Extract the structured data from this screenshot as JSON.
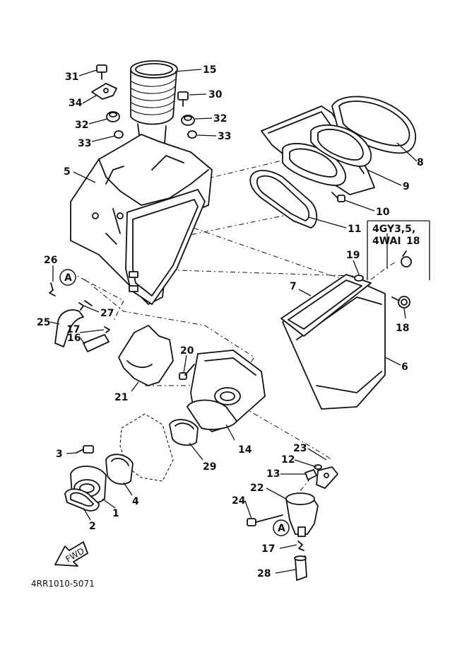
{
  "diagram": {
    "doc_code": "4RR1010-5071",
    "fwd_label": "FWD",
    "model_note_line1": "4GY3,5,",
    "model_note_line2": "4WAI",
    "model_note_part": "18",
    "ref_a_label_1": "A",
    "ref_a_label_2": "A",
    "callouts": {
      "p1": "1",
      "p2": "2",
      "p3": "3",
      "p4": "4",
      "p5": "5",
      "p6": "6",
      "p7": "7",
      "p8": "8",
      "p9": "9",
      "p10": "10",
      "p11": "11",
      "p12": "12",
      "p13": "13",
      "p14": "14",
      "p15": "15",
      "p16": "16",
      "p17a": "17",
      "p17b": "17",
      "p18a": "18",
      "p18b": "18",
      "p19": "19",
      "p20": "20",
      "p21": "21",
      "p22": "22",
      "p23": "23",
      "p24": "24",
      "p25": "25",
      "p26": "26",
      "p27": "27",
      "p28": "28",
      "p29": "29",
      "p30": "30",
      "p31": "31",
      "p32a": "32",
      "p32b": "32",
      "p33a": "33",
      "p33b": "33",
      "p34": "34"
    }
  }
}
